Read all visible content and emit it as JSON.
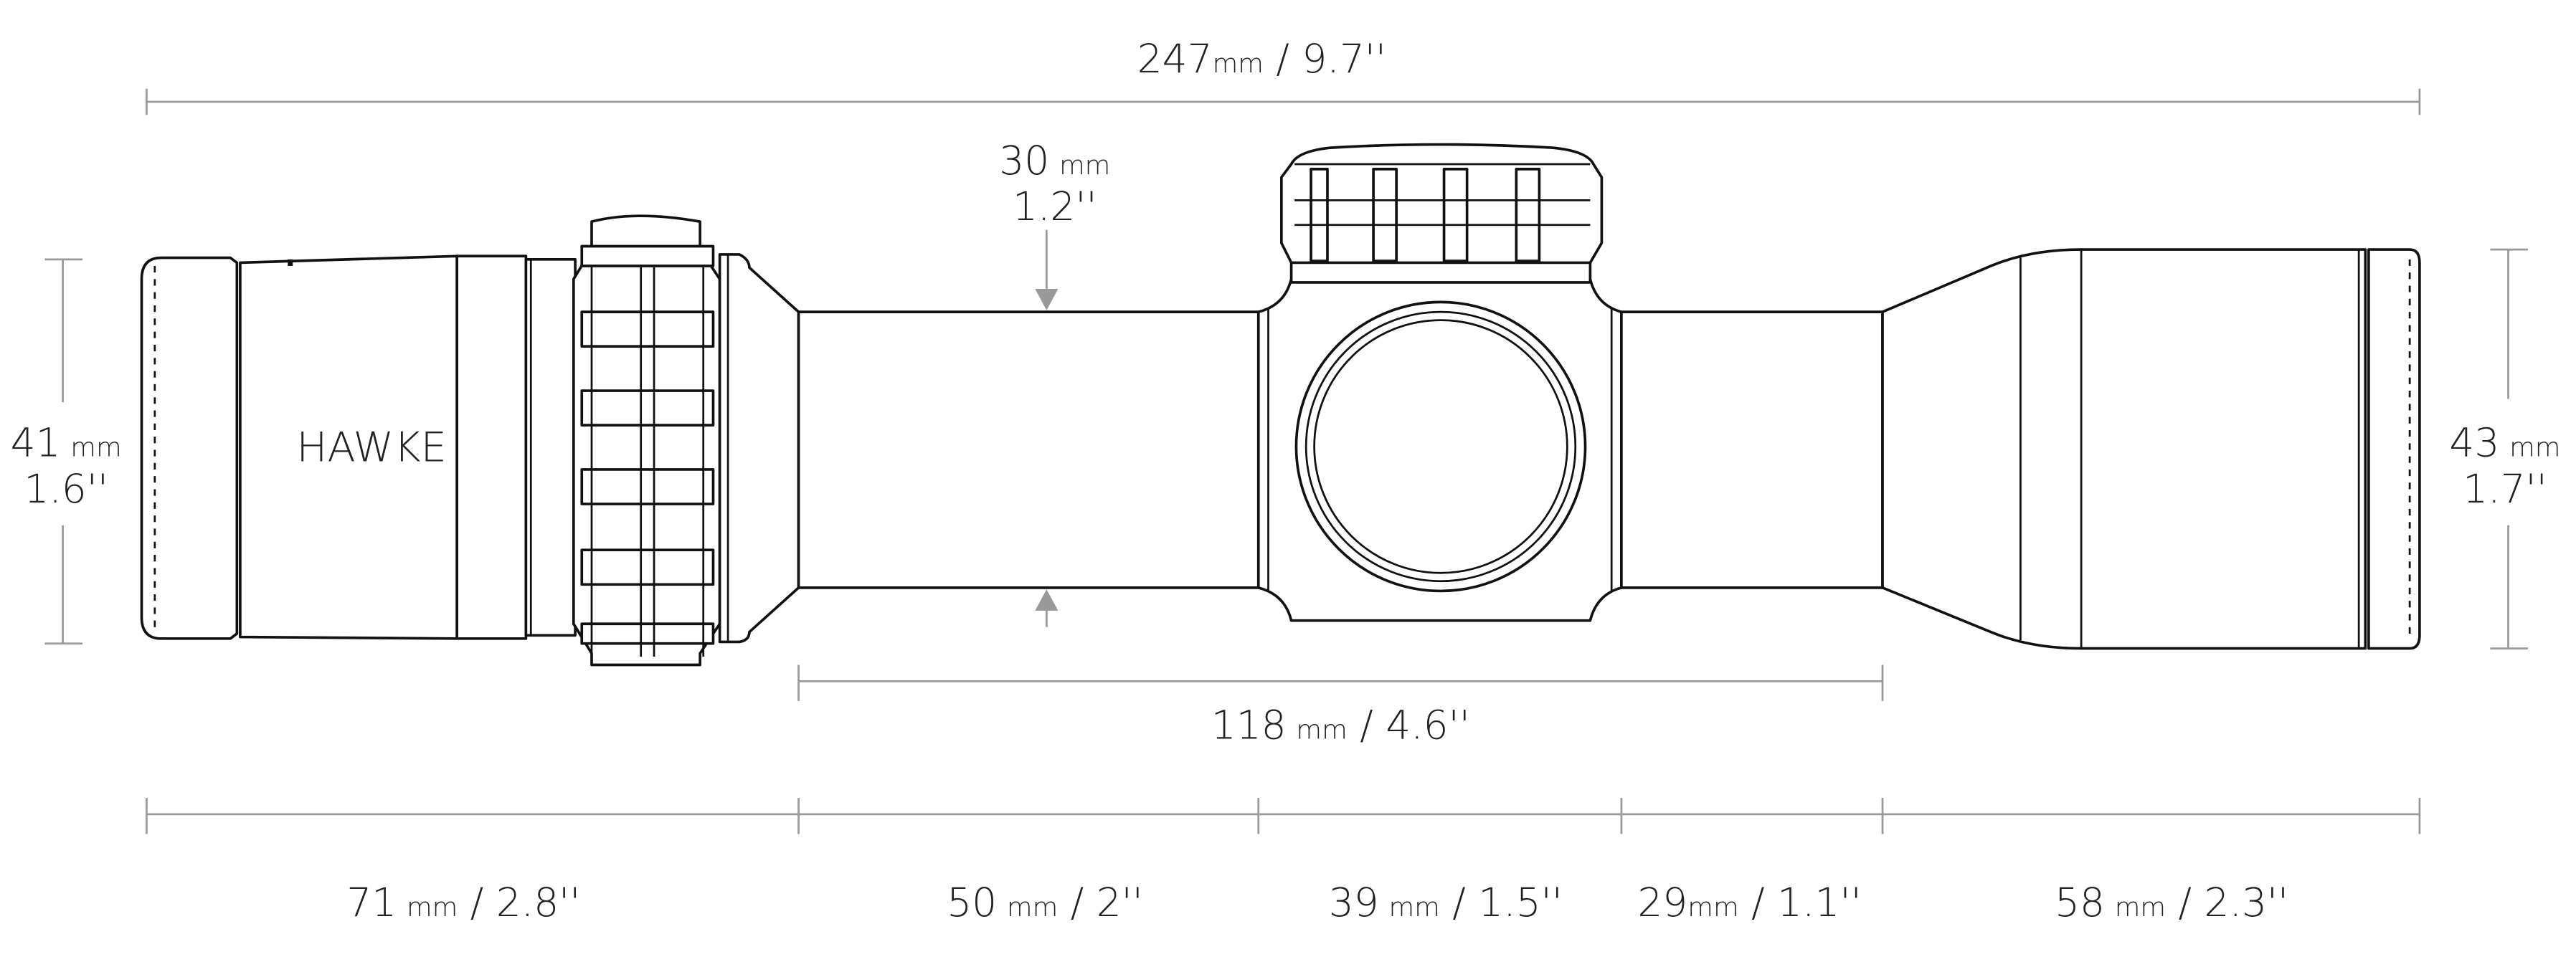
{
  "brand": "HAWKE",
  "dimensions": {
    "overall": {
      "value": "247",
      "unit": "mm",
      "imperial": " / 9.7''"
    },
    "eyepiece_diameter": {
      "value": "41",
      "unit": "mm",
      "imperial": "1.6''"
    },
    "objective_diameter": {
      "value": "43",
      "unit": "mm",
      "imperial": "1.7''"
    },
    "tube_diameter": {
      "value": "30",
      "unit": "mm",
      "imperial": "1.2''"
    },
    "tube_span": {
      "value": "118",
      "unit": "mm",
      "imperial": " / 4.6''"
    },
    "segments": [
      {
        "value": "71",
        "unit": "mm",
        "imperial": " / 2.8''"
      },
      {
        "value": "50",
        "unit": "mm",
        "imperial": " / 2''"
      },
      {
        "value": "39",
        "unit": "mm",
        "imperial": " / 1.5''"
      },
      {
        "value": "29",
        "unit": "mm",
        "imperial": " / 1.1''"
      },
      {
        "value": "58",
        "unit": "mm",
        "imperial": " / 2.3''"
      }
    ]
  }
}
